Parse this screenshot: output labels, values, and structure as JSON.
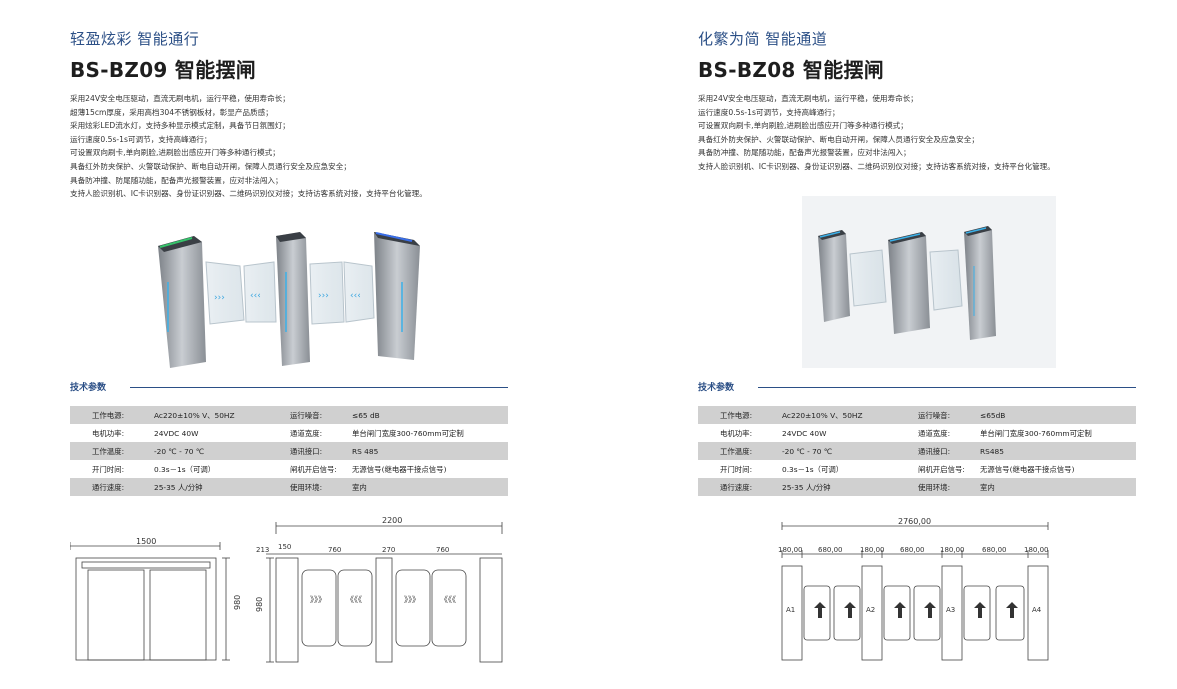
{
  "left": {
    "subtitle": "轻盈炫彩 智能通行",
    "title": "BS-BZ09 智能摆闸",
    "features": [
      "采用24V安全电压驱动，直流无刷电机，运行平稳，使用寿命长；",
      "超薄15cm厚度，采用高档304不锈钢板材，彰显产品质感；",
      "采用炫彩LED流水灯，支持多种显示模式定制，具备节日氛围灯；",
      "运行速度0.5s-1s可调节，支持高峰通行；",
      "可设置双向刷卡,单向刷脸,进刷脸出感应开门等多种通行模式；",
      "具备红外防夹保护、火警联动保护、断电自动开闸，保障人员通行安全及应急安全；",
      "具备防冲撞、防尾随功能，配备声光报警装置，应对非法闯入；",
      "支持人脸识别机、IC卡识别器、身份证识别器、二维码识别仪对接；支持访客系统对接，支持平台化管理。"
    ],
    "section_label": "技术参数",
    "specs": [
      {
        "k1": "工作电源:",
        "v1": "Ac220±10% V、50HZ",
        "k2": "运行噪音:",
        "v2": "≤65 dB"
      },
      {
        "k1": "电机功率:",
        "v1": "24VDC 40W",
        "k2": "通道宽度:",
        "v2": "单台闸门宽度300-760mm可定制"
      },
      {
        "k1": "工作温度:",
        "v1": "-20 ℃ - 70 ℃",
        "k2": "通讯接口:",
        "v2": "RS 485"
      },
      {
        "k1": "开门时间:",
        "v1": "0.3s－1s（可调）",
        "k2": "闸机开启信号:",
        "v2": "无源信号(继电器干接点信号)"
      },
      {
        "k1": "通行速度:",
        "v1": "25-35 人/分钟",
        "k2": "使用环境:",
        "v2": "室内"
      }
    ],
    "drawing": {
      "front_width": "1500",
      "height": "980",
      "total": "2200",
      "segments": [
        "213",
        "150",
        "760",
        "270",
        "760"
      ],
      "arrows_right": "》》》",
      "arrows_left": "《《《"
    }
  },
  "right": {
    "subtitle": "化繁为简 智能通道",
    "title": "BS-BZ08 智能摆闸",
    "features": [
      "采用24V安全电压驱动，直流无刷电机，运行平稳，使用寿命长；",
      "运行速度0.5s-1s可调节，支持高峰通行；",
      "可设置双向刷卡,单向刷脸,进刷脸出感应开门等多种通行模式；",
      "具备红外防夹保护、火警联动保护、断电自动开闸，保障人员通行安全及应急安全；",
      "具备防冲撞、防尾随功能，配备声光报警装置，应对非法闯入；",
      "支持人脸识别机、IC卡识别器、身份证识别器、二维码识别仪对接；支持访客系统对接，支持平台化管理。"
    ],
    "section_label": "技术参数",
    "specs": [
      {
        "k1": "工作电源:",
        "v1": "Ac220±10% V、50HZ",
        "k2": "运行噪音:",
        "v2": "≤65dB"
      },
      {
        "k1": "电机功率:",
        "v1": "24VDC 40W",
        "k2": "通道宽度:",
        "v2": "单台闸门宽度300-760mm可定制"
      },
      {
        "k1": "工作温度:",
        "v1": "-20 ℃ - 70 ℃",
        "k2": "通讯接口:",
        "v2": "RS485"
      },
      {
        "k1": "开门时间:",
        "v1": "0.3s－1s（可调）",
        "k2": "闸机开启信号:",
        "v2": "无源信号(继电器干接点信号)"
      },
      {
        "k1": "通行速度:",
        "v1": "25-35 人/分钟",
        "k2": "使用环境:",
        "v2": "室内"
      }
    ],
    "drawing": {
      "total": "2760,00",
      "segments": [
        "180,00",
        "680,00",
        "180,00",
        "680,00",
        "180,00",
        "680,00",
        "180,00"
      ],
      "lanes": [
        "A1",
        "A2",
        "A3",
        "A4"
      ]
    }
  }
}
